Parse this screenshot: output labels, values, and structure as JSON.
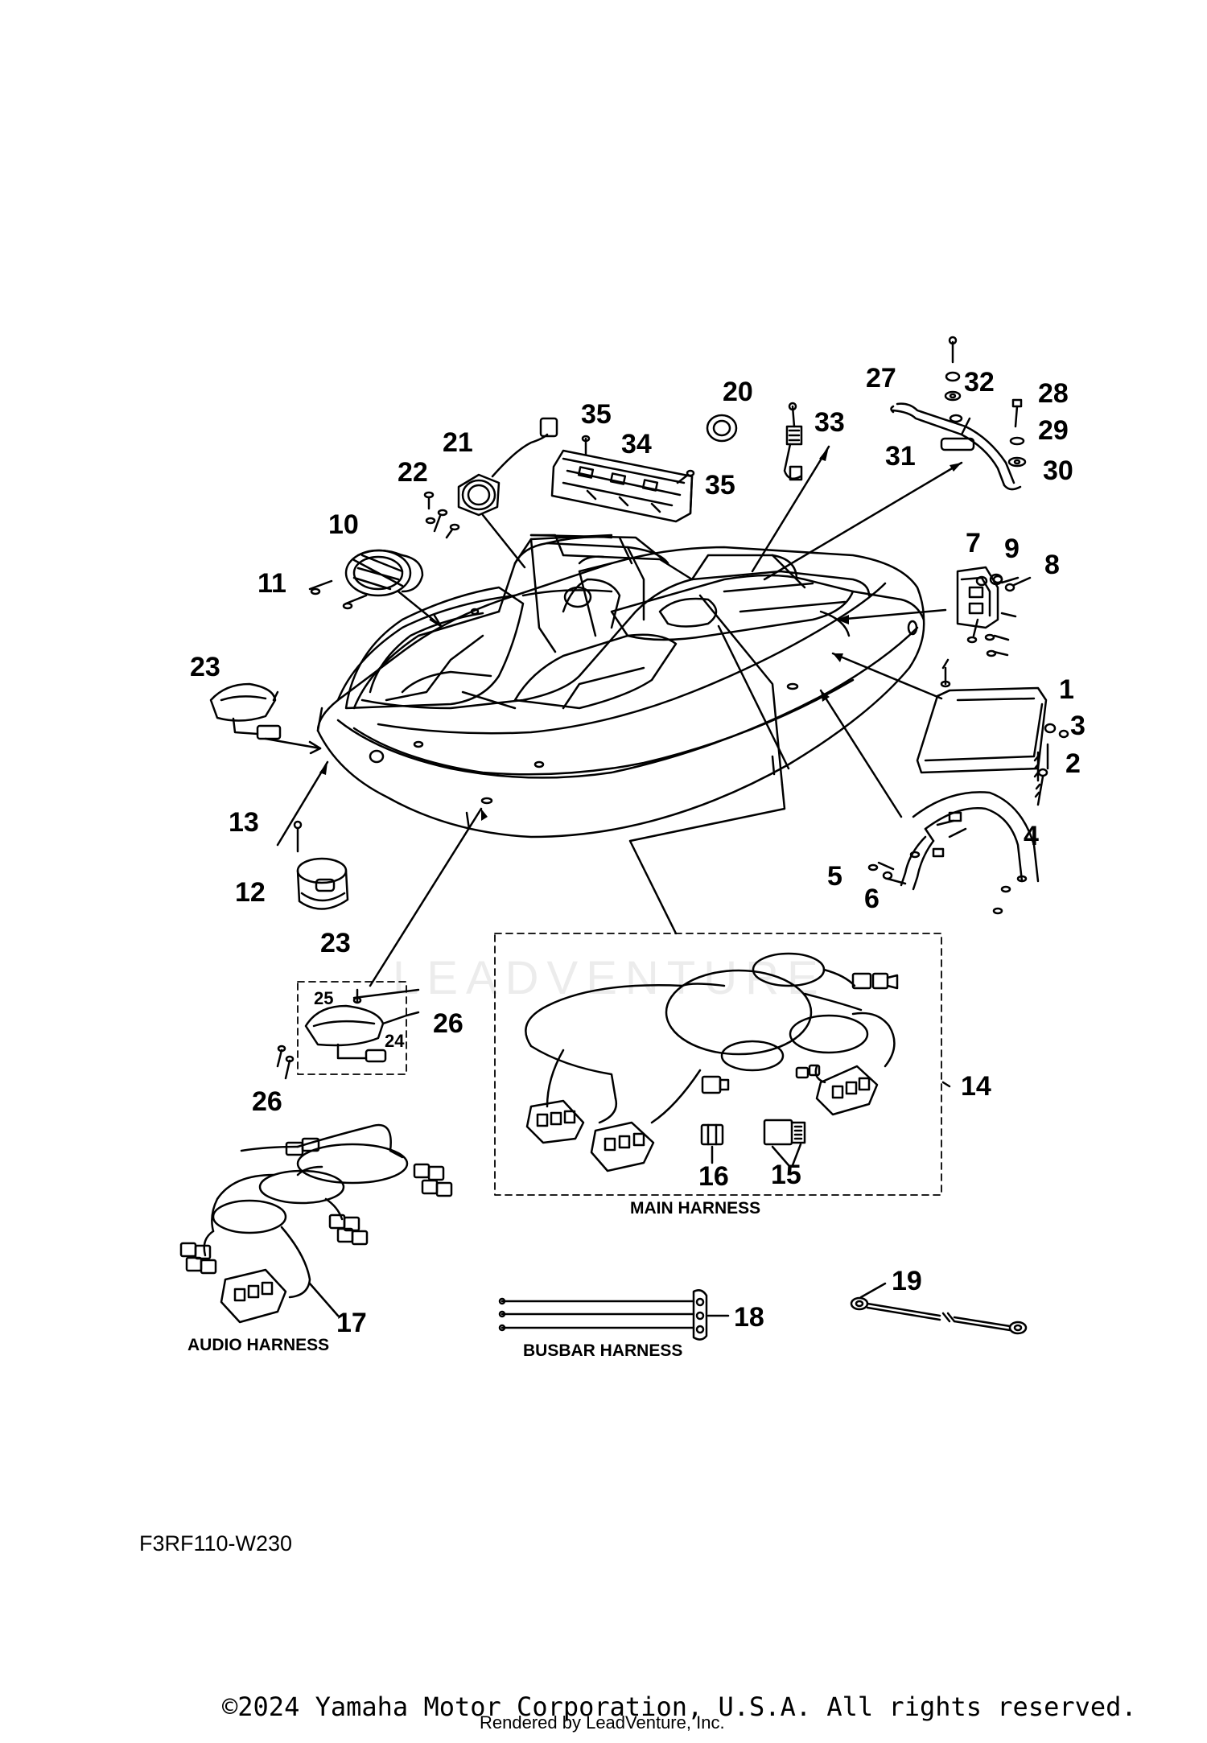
{
  "diagram": {
    "callouts": [
      {
        "id": "c1",
        "label": "1"
      },
      {
        "id": "c2",
        "label": "2"
      },
      {
        "id": "c3",
        "label": "3"
      },
      {
        "id": "c4",
        "label": "4"
      },
      {
        "id": "c5",
        "label": "5"
      },
      {
        "id": "c6",
        "label": "6"
      },
      {
        "id": "c7",
        "label": "7"
      },
      {
        "id": "c8",
        "label": "8"
      },
      {
        "id": "c9",
        "label": "9"
      },
      {
        "id": "c10",
        "label": "10"
      },
      {
        "id": "c11",
        "label": "11"
      },
      {
        "id": "c12",
        "label": "12"
      },
      {
        "id": "c13",
        "label": "13"
      },
      {
        "id": "c14",
        "label": "14"
      },
      {
        "id": "c15",
        "label": "15"
      },
      {
        "id": "c16",
        "label": "16"
      },
      {
        "id": "c17",
        "label": "17"
      },
      {
        "id": "c18",
        "label": "18"
      },
      {
        "id": "c19",
        "label": "19"
      },
      {
        "id": "c20",
        "label": "20"
      },
      {
        "id": "c21",
        "label": "21"
      },
      {
        "id": "c22",
        "label": "22"
      },
      {
        "id": "c23a",
        "label": "23"
      },
      {
        "id": "c23b",
        "label": "23"
      },
      {
        "id": "c24",
        "label": "24"
      },
      {
        "id": "c25",
        "label": "25"
      },
      {
        "id": "c26a",
        "label": "26"
      },
      {
        "id": "c26b",
        "label": "26"
      },
      {
        "id": "c27",
        "label": "27"
      },
      {
        "id": "c28",
        "label": "28"
      },
      {
        "id": "c29",
        "label": "29"
      },
      {
        "id": "c30",
        "label": "30"
      },
      {
        "id": "c31",
        "label": "31"
      },
      {
        "id": "c32",
        "label": "32"
      },
      {
        "id": "c33",
        "label": "33"
      },
      {
        "id": "c34",
        "label": "34"
      },
      {
        "id": "c35a",
        "label": "35"
      },
      {
        "id": "c35b",
        "label": "35"
      }
    ],
    "group_labels": {
      "main_harness": "MAIN HARNESS",
      "audio_harness": "AUDIO HARNESS",
      "busbar_harness": "BUSBAR HARNESS"
    },
    "diagram_code": "F3RF110-W230",
    "watermark": "LEADVENTURE",
    "copyright": "©2024 Yamaha Motor Corporation, U.S.A. All rights reserved.",
    "rendered_by": "Rendered by LeadVenture, Inc."
  },
  "colors": {
    "line": "#000000",
    "background": "#ffffff",
    "watermark": "#ececec"
  }
}
